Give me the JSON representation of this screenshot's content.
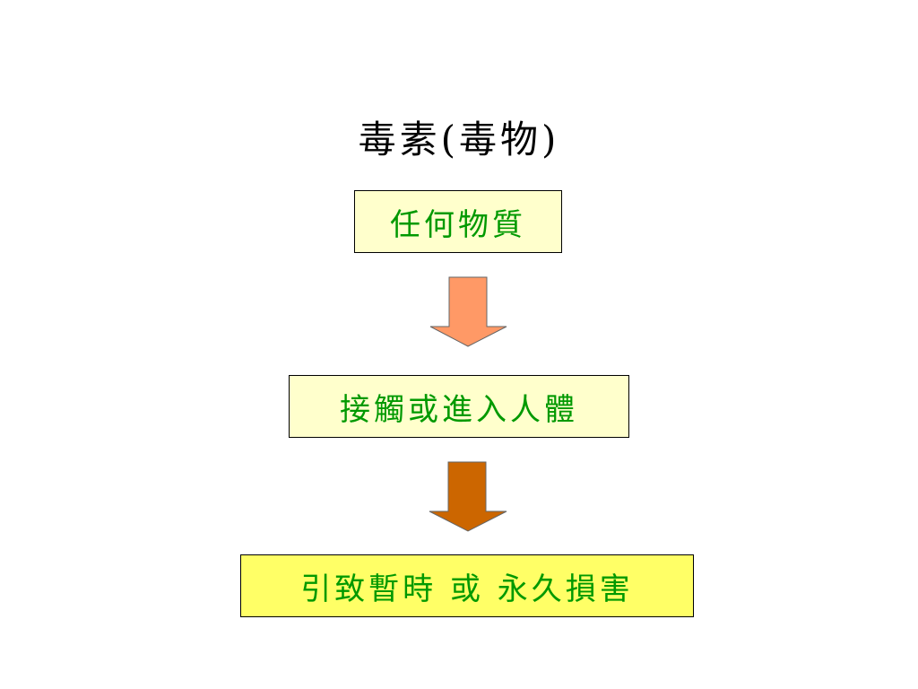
{
  "title": "毒素(毒物)",
  "flow": {
    "step1": "任何物質",
    "step2": "接觸或進入人體",
    "step3": "引致暫時 或 永久損害"
  },
  "colors": {
    "box_text": "#009900",
    "box1_fill": "#ffffcc",
    "box2_fill": "#ffffcc",
    "box3_fill": "#ffff66",
    "arrow1_fill": "#ff9966",
    "arrow2_fill": "#cc6600"
  }
}
